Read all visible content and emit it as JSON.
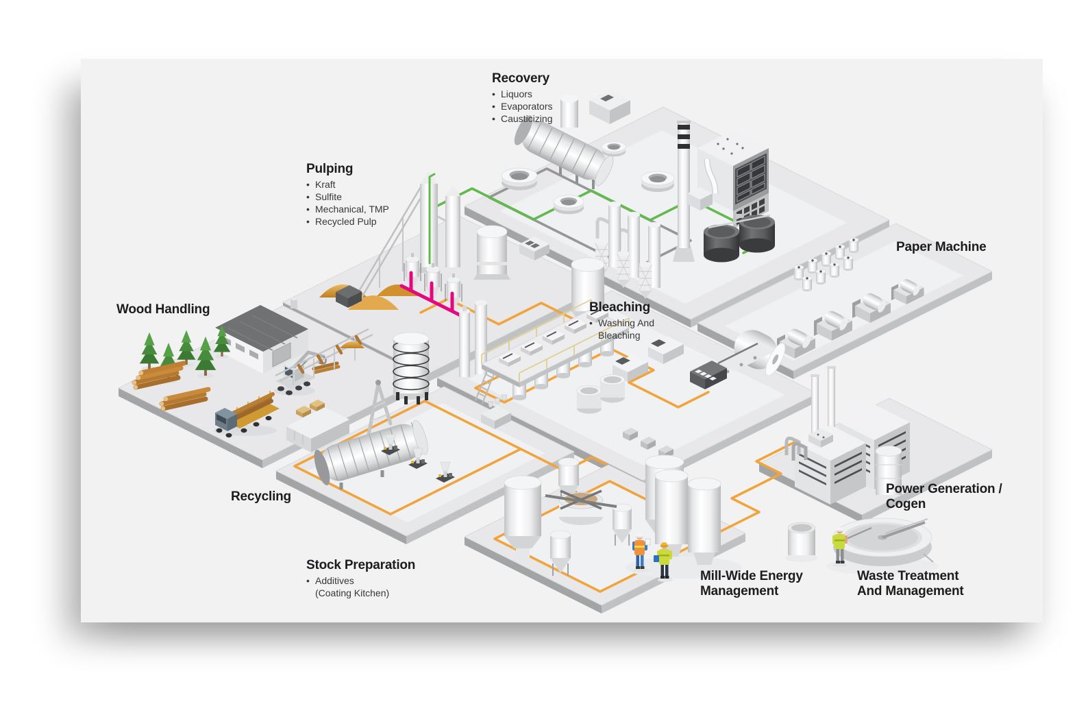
{
  "scene": {
    "background_color": "#ffffff",
    "board_color": "#f2f2f3",
    "flow_colors": {
      "green_line": "#62ba4c",
      "orange_line": "#f2a43c",
      "magenta_line": "#e5077e",
      "gray_pipe_line": "#949698"
    }
  },
  "sections": {
    "recovery": {
      "title": "Recovery",
      "bullets": [
        "Liquors",
        "Evaporators",
        "Causticizing"
      ]
    },
    "pulping": {
      "title": "Pulping",
      "bullets": [
        "Kraft",
        "Sulfite",
        "Mechanical, TMP",
        "Recycled Pulp"
      ]
    },
    "wood_handling": {
      "title": "Wood Handling"
    },
    "paper_machine": {
      "title": "Paper Machine"
    },
    "bleaching": {
      "title": "Bleaching",
      "bullets": [
        "Washing And",
        "Bleaching"
      ]
    },
    "recycling": {
      "title": "Recycling"
    },
    "stock_preparation": {
      "title": "Stock Preparation",
      "bullets": [
        "Additives",
        "(Coating Kitchen)"
      ]
    },
    "power_generation": {
      "title": "Power Generation / Cogen"
    },
    "mill_wide_energy": {
      "title": "Mill-Wide Energy Management"
    },
    "waste_treatment": {
      "title": "Waste Treatment And Management"
    }
  },
  "ui": {
    "bullet": "•"
  }
}
